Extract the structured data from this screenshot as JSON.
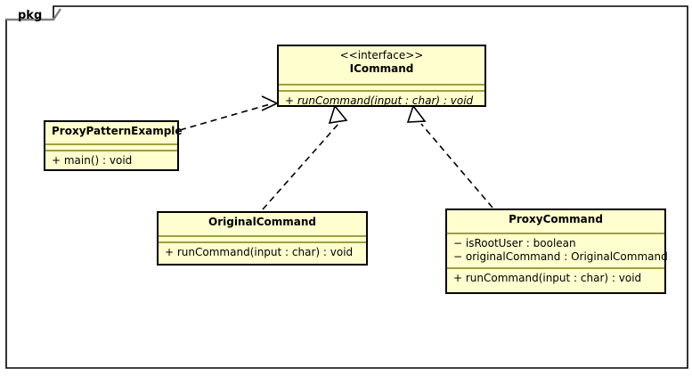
{
  "diagram": {
    "kind": "uml-class-diagram",
    "package_label": "pkg",
    "colors": {
      "box_fill": "#FEFECE",
      "box_border": "#000000",
      "compartment_divider": "#A0A040",
      "frame_border": "#000000",
      "frame_tab_border": "#808080",
      "background": "#FFFFFF",
      "connector": "#000000"
    },
    "classes": [
      {
        "id": "icommand",
        "stereotype": "<<interface>>",
        "name": "ICommand",
        "attributes": [],
        "methods": [
          "+ runCommand(input : char) : void"
        ]
      },
      {
        "id": "proxypatternexample",
        "stereotype": "",
        "name": "ProxyPatternExample",
        "attributes": [],
        "methods": [
          "+ main() : void"
        ]
      },
      {
        "id": "originalcommand",
        "stereotype": "",
        "name": "OriginalCommand",
        "attributes": [],
        "methods": [
          "+ runCommand(input : char) : void"
        ]
      },
      {
        "id": "proxycommand",
        "stereotype": "",
        "name": "ProxyCommand",
        "attributes": [
          "− isRootUser : boolean",
          "− originalCommand : OriginalCommand"
        ],
        "methods": [
          "+ runCommand(input : char) : void"
        ]
      }
    ],
    "relationships": [
      {
        "id": "dependency-example-to-icommand",
        "type": "dependency",
        "source": "ProxyPatternExample",
        "target": "ICommand",
        "line": "dashed",
        "arrowhead": "open"
      },
      {
        "id": "realization-originalcommand-to-icommand",
        "type": "realization",
        "source": "OriginalCommand",
        "target": "ICommand",
        "line": "dashed",
        "arrowhead": "hollow-triangle"
      },
      {
        "id": "realization-proxycommand-to-icommand",
        "type": "realization",
        "source": "ProxyCommand",
        "target": "ICommand",
        "line": "dashed",
        "arrowhead": "hollow-triangle"
      }
    ]
  }
}
